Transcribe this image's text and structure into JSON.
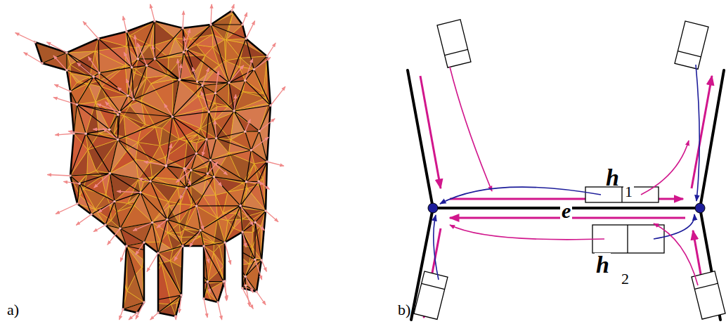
{
  "diagram": {
    "labels": [
      "a)",
      "b)",
      "h",
      "1",
      "e",
      "h",
      "2"
    ]
  }
}
